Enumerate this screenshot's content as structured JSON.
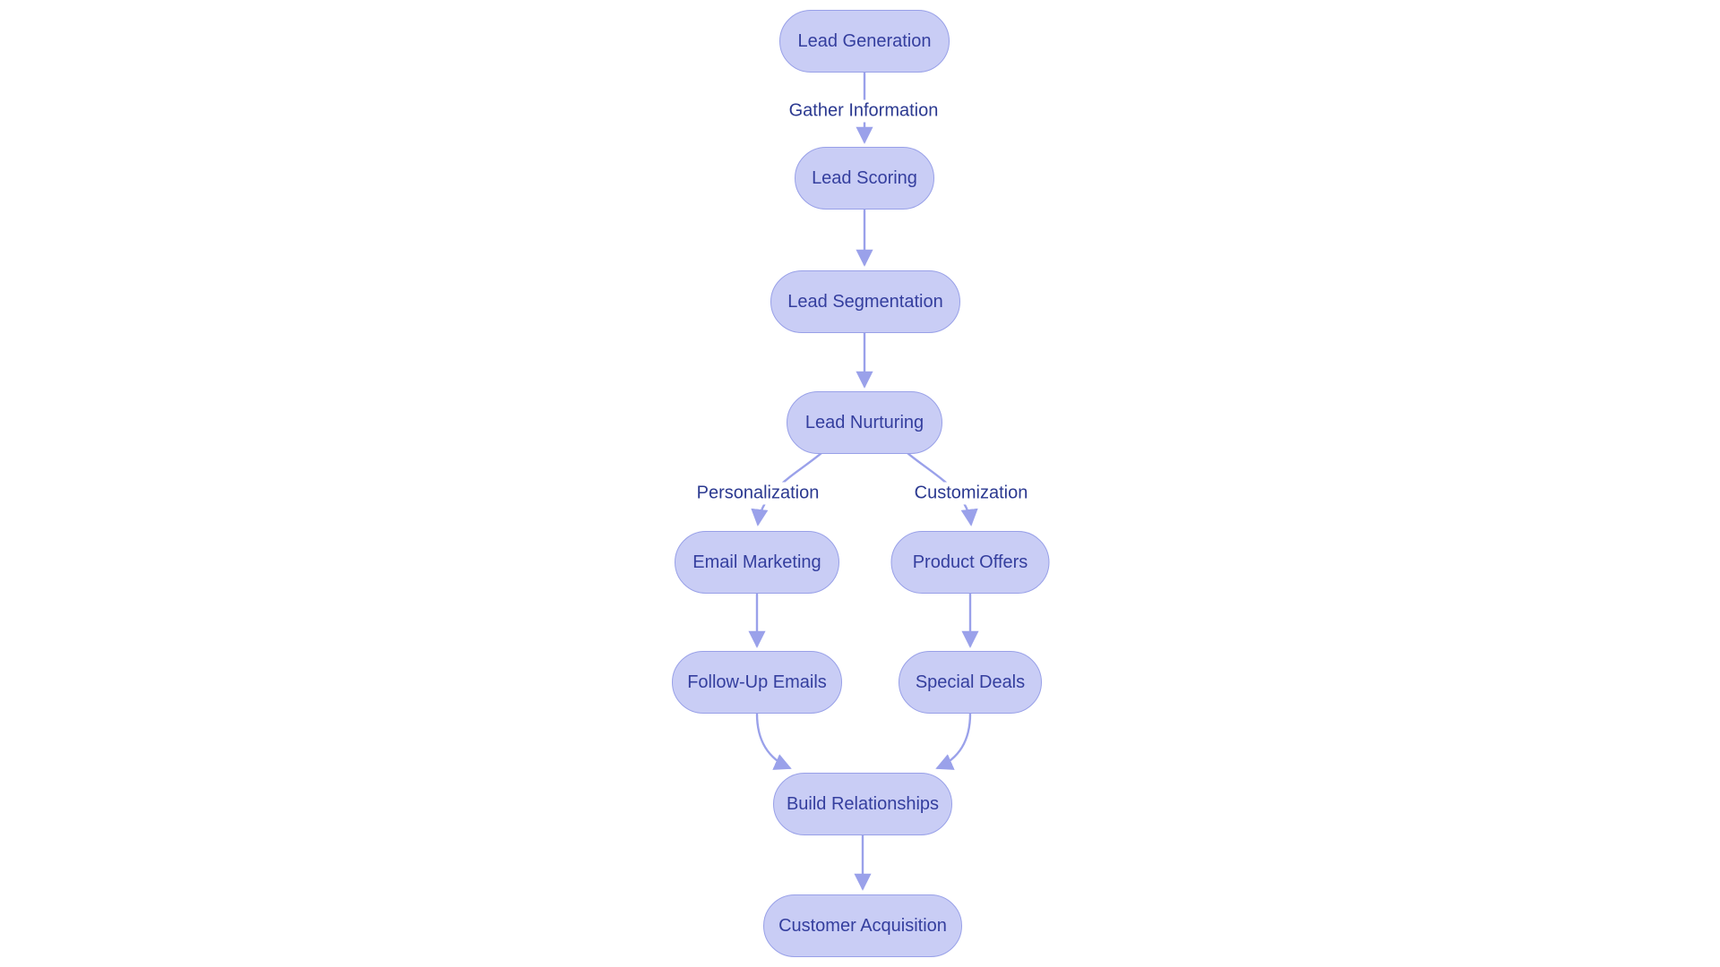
{
  "diagram": {
    "type": "flowchart",
    "direction": "top-down",
    "nodes": [
      {
        "id": "lead-generation",
        "label": "Lead Generation"
      },
      {
        "id": "lead-scoring",
        "label": "Lead Scoring"
      },
      {
        "id": "lead-segmentation",
        "label": "Lead Segmentation"
      },
      {
        "id": "lead-nurturing",
        "label": "Lead Nurturing"
      },
      {
        "id": "email-marketing",
        "label": "Email Marketing"
      },
      {
        "id": "product-offers",
        "label": "Product Offers"
      },
      {
        "id": "follow-up-emails",
        "label": "Follow-Up Emails"
      },
      {
        "id": "special-deals",
        "label": "Special Deals"
      },
      {
        "id": "build-relationships",
        "label": "Build Relationships"
      },
      {
        "id": "customer-acquisition",
        "label": "Customer Acquisition"
      }
    ],
    "edges": [
      {
        "from": "Lead Generation",
        "to": "Lead Scoring",
        "label": "Gather Information"
      },
      {
        "from": "Lead Scoring",
        "to": "Lead Segmentation",
        "label": ""
      },
      {
        "from": "Lead Segmentation",
        "to": "Lead Nurturing",
        "label": ""
      },
      {
        "from": "Lead Nurturing",
        "to": "Email Marketing",
        "label": "Personalization"
      },
      {
        "from": "Lead Nurturing",
        "to": "Product Offers",
        "label": "Customization"
      },
      {
        "from": "Email Marketing",
        "to": "Follow-Up Emails",
        "label": ""
      },
      {
        "from": "Product Offers",
        "to": "Special Deals",
        "label": ""
      },
      {
        "from": "Follow-Up Emails",
        "to": "Build Relationships",
        "label": ""
      },
      {
        "from": "Special Deals",
        "to": "Build Relationships",
        "label": ""
      },
      {
        "from": "Build Relationships",
        "to": "Customer Acquisition",
        "label": ""
      }
    ],
    "colors": {
      "background": "#ffffff",
      "node_fill": "#c9cdf5",
      "node_border": "#98a0e8",
      "node_text": "#343e9e",
      "edge": "#9aa1ea",
      "edge_label_text": "#2b3990"
    }
  }
}
